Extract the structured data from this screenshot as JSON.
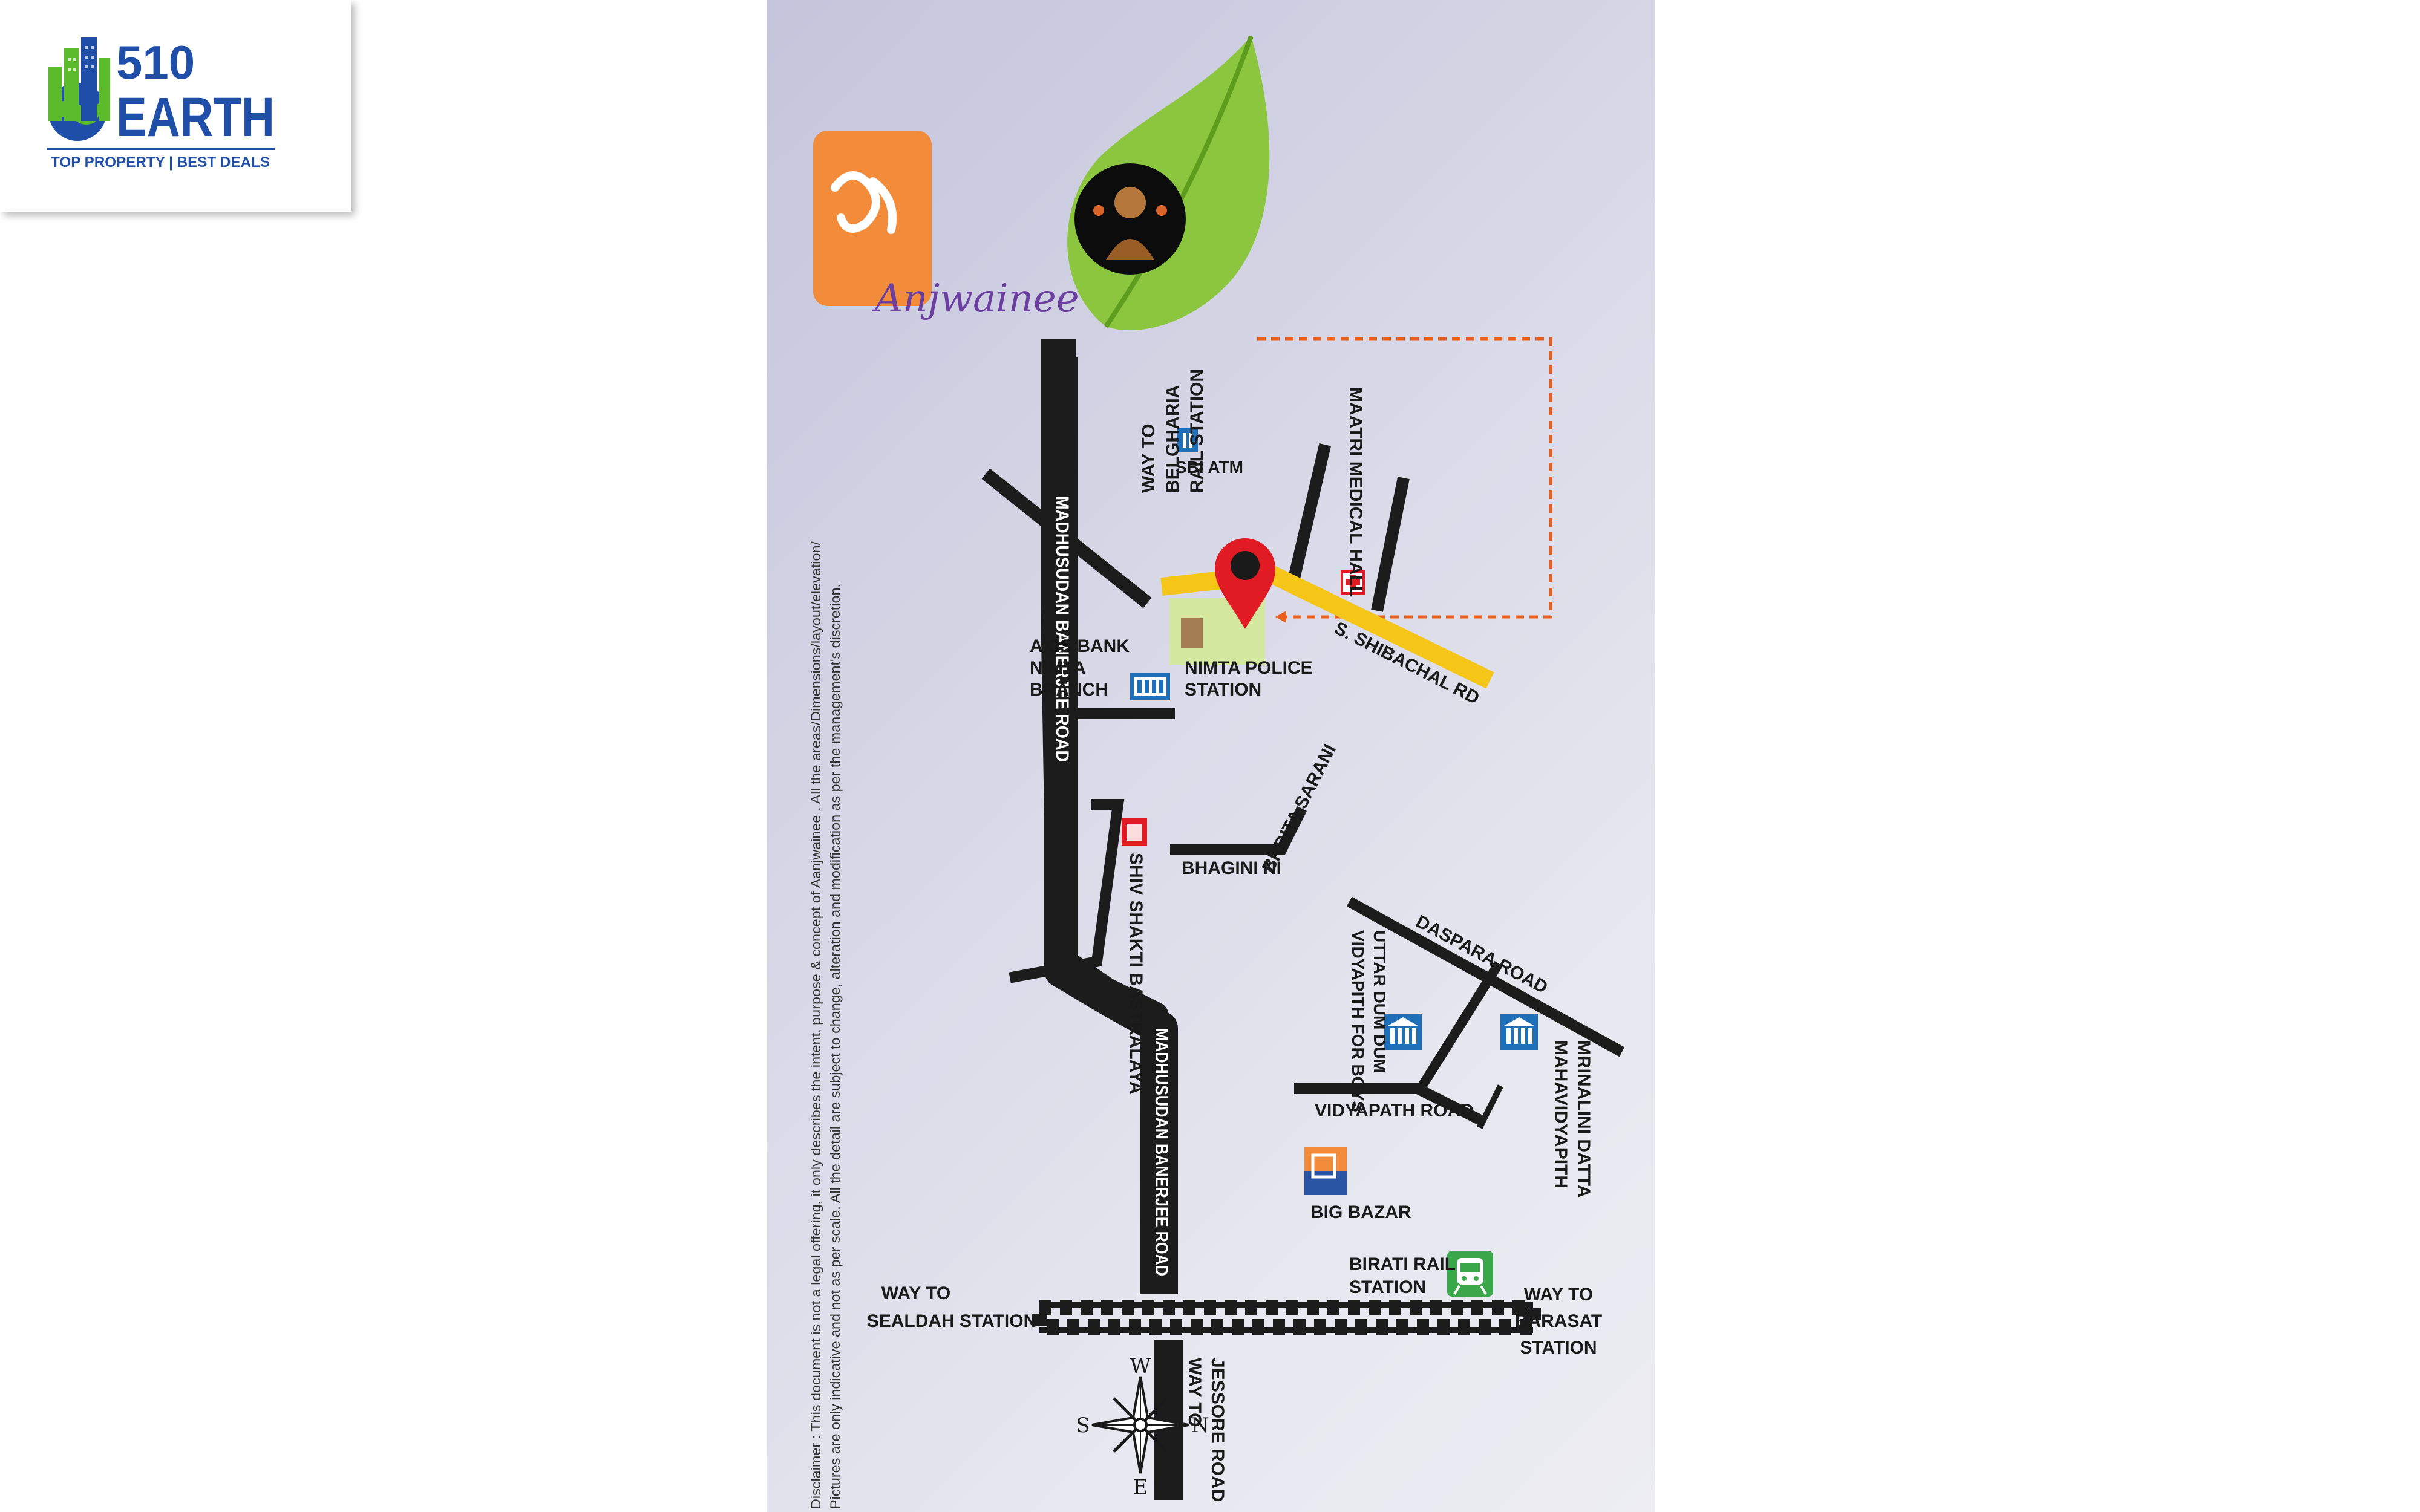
{
  "logo": {
    "number": "510",
    "word": "EARTH",
    "tagline": "TOP PROPERTY | BEST DEALS",
    "colors": {
      "blue": "#1f4fa8",
      "green": "#5bbb2b"
    }
  },
  "brand": {
    "name": "Anjwainee"
  },
  "disclaimer": {
    "line1": "Disclaimer : This document is not a legal offering, it only describes the intent, purpose & concept of Aanjwainee . All the areas/Dimensions/layout/elevation/",
    "line2": "Pictures are only indicative and not as per scale. All the detail are subject to change, alteration and modification as per the management's discretion."
  },
  "roads": {
    "madhusudan_upper": "MADHUSUDAN BANERJEE ROAD",
    "madhusudan_lower": "MADHUSUDAN BANERJEE ROAD",
    "shibachal": "S. SHIBACHAL RD",
    "bhagini": "BHAGINI NI",
    "brdita": "BRDITA SARANI",
    "daspara": "DASPARA ROAD",
    "vidyapath": "VIDYAPATH ROAD"
  },
  "landmarks": {
    "belgharia": [
      "WAY TO",
      "BELGHARIA",
      "RAIL STATION"
    ],
    "sbi_atm": "SBI ATM",
    "maatri": "MAATRI MEDICAL HALL",
    "police": [
      "NIMTA POLICE",
      "STATION"
    ],
    "axis": [
      "AXIS BANK",
      "NIMTA",
      "BRANCH"
    ],
    "shiv_shakti": "SHIV SHAKTI BASTRALAYA",
    "uttar": [
      "UTTAR DUM DUM",
      "VIDYAPITH FOR BOYS"
    ],
    "mrinalini": [
      "MRINALINI DATTA",
      "MAHAVIDYAPITH"
    ],
    "big_bazar": "BIG BAZAR",
    "birati": [
      "BIRATI RAIL",
      "STATION"
    ],
    "sealdah": [
      "WAY TO",
      "SEALDAH STATION"
    ],
    "barasat": [
      "WAY TO",
      "BARASAT",
      "STATION"
    ],
    "jessore": [
      "WAY TO",
      "JESSORE ROAD"
    ]
  },
  "compass": {
    "w": "W",
    "s": "S",
    "n": "N",
    "e": "E"
  },
  "colors": {
    "road": "#1c1c1c",
    "highlight": "#f5c518",
    "route": "#e8601c",
    "pin": "#e01b24",
    "site": "#d5e8a0"
  }
}
